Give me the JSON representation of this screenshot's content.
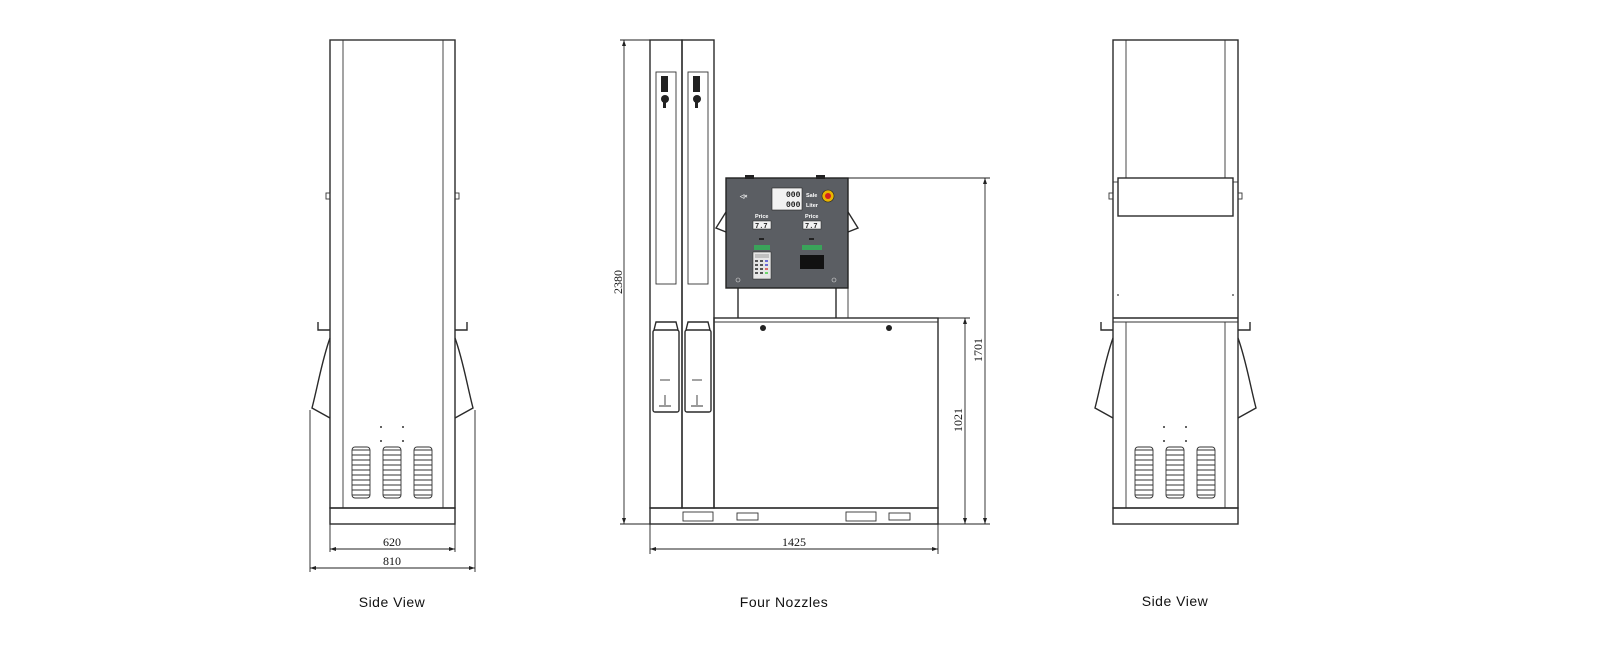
{
  "captions": {
    "left": "Side View",
    "center": "Four  Nozzles",
    "right": "Side View"
  },
  "dimensions": {
    "body_width": "620",
    "base_width": "810",
    "total_width": "1425",
    "total_height": "2380",
    "panel_height": "1701",
    "cabinet_height": "1021"
  },
  "panel": {
    "sale_label": "Sale",
    "liter_label": "Liter",
    "price_left_label": "Price",
    "price_right_label": "Price",
    "sale_digits": "000",
    "liter_digits": "000",
    "price_left_digits": "7.7",
    "price_right_digits": "7.7"
  },
  "colors": {
    "line": "#2a2a2a",
    "panel_bg": "#5b5e63",
    "emergency_button": "#e8b400",
    "emergency_center": "#d32020",
    "keypad_button": "#3aa35a"
  }
}
